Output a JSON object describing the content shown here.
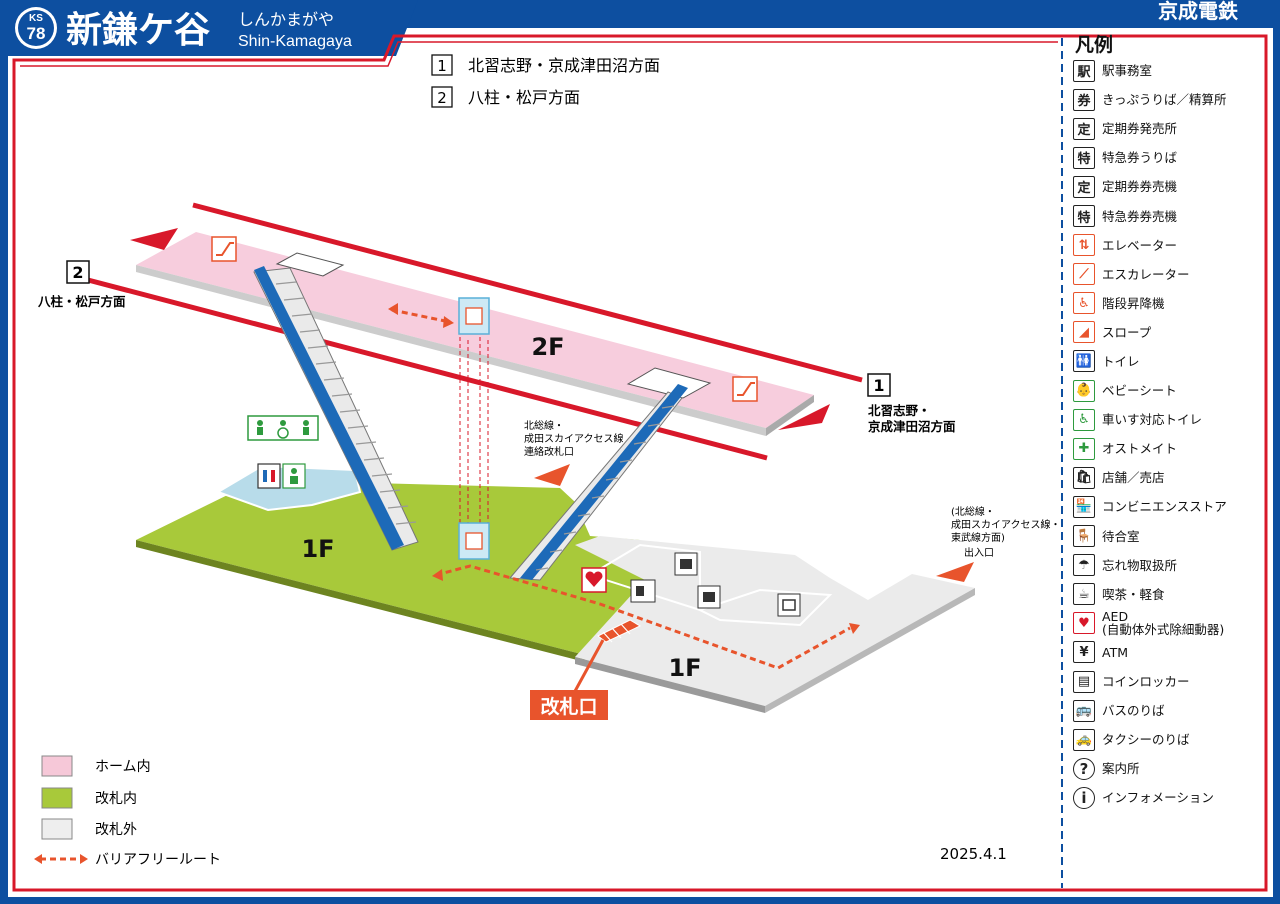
{
  "header": {
    "badge_line": "KS",
    "badge_number": "78",
    "station_name": "新鎌ケ谷",
    "station_kana": "しんかまがや",
    "station_roman": "Shin-Kamagaya",
    "operator": "京成電鉄"
  },
  "directions": [
    {
      "number": "1",
      "text": "北習志野・京成津田沼方面"
    },
    {
      "number": "2",
      "text": "八柱・松戸方面"
    }
  ],
  "map": {
    "floor_2f": "2F",
    "floor_1f_left": "1F",
    "floor_1f_right": "1F",
    "left_dir_number": "2",
    "left_dir_text": "八柱・松戸方面",
    "right_dir_number": "1",
    "right_dir_line1": "北習志野・",
    "right_dir_line2": "京成津田沼方面",
    "transfer_line1": "北総線・",
    "transfer_line2": "成田スカイアクセス線",
    "transfer_line3": "連絡改札口",
    "exit_line1": "(北総線・",
    "exit_line2": "成田スカイアクセス線・",
    "exit_line3": "東武線方面)",
    "exit_line4": "出入口",
    "gate_label": "改札口"
  },
  "bottom_legend": [
    {
      "text": "ホーム内",
      "color": "#f6c8d8"
    },
    {
      "text": "改札内",
      "color": "#a8c93a"
    },
    {
      "text": "改札外",
      "color": "#eeeeee"
    },
    {
      "text": "バリアフリールート",
      "color": "#e8542c"
    }
  ],
  "date": "2025.4.1",
  "legend": {
    "title": "凡例",
    "items": [
      {
        "text": "駅事務室",
        "icon": "station-office-icon",
        "glyph": "駅",
        "tone": ""
      },
      {
        "text": "きっぷうりば／精算所",
        "icon": "ticket-office-icon",
        "glyph": "券",
        "tone": ""
      },
      {
        "text": "定期券発売所",
        "icon": "pass-office-icon",
        "glyph": "定",
        "tone": ""
      },
      {
        "text": "特急券うりば",
        "icon": "express-ticket-icon",
        "glyph": "特",
        "tone": ""
      },
      {
        "text": "定期券券売機",
        "icon": "pass-machine-icon",
        "glyph": "定",
        "tone": ""
      },
      {
        "text": "特急券券売機",
        "icon": "express-machine-icon",
        "glyph": "特",
        "tone": ""
      },
      {
        "text": "エレベーター",
        "icon": "elevator-icon",
        "glyph": "⇅",
        "tone": "orange"
      },
      {
        "text": "エスカレーター",
        "icon": "escalator-icon",
        "glyph": "⟋",
        "tone": "orange"
      },
      {
        "text": "階段昇降機",
        "icon": "stair-lift-icon",
        "glyph": "♿",
        "tone": "orange"
      },
      {
        "text": "スロープ",
        "icon": "slope-icon",
        "glyph": "◢",
        "tone": "orange"
      },
      {
        "text": "トイレ",
        "icon": "toilet-icon",
        "glyph": "🚻",
        "tone": ""
      },
      {
        "text": "ベビーシート",
        "icon": "baby-seat-icon",
        "glyph": "👶",
        "tone": "green"
      },
      {
        "text": "車いす対応トイレ",
        "icon": "wheelchair-toilet-icon",
        "glyph": "♿",
        "tone": "green"
      },
      {
        "text": "オストメイト",
        "icon": "ostomate-icon",
        "glyph": "✚",
        "tone": "green"
      },
      {
        "text": "店舗／売店",
        "icon": "shop-icon",
        "glyph": "🛍",
        "tone": ""
      },
      {
        "text": "コンビニエンスストア",
        "icon": "convenience-store-icon",
        "glyph": "🏪",
        "tone": ""
      },
      {
        "text": "待合室",
        "icon": "waiting-room-icon",
        "glyph": "🪑",
        "tone": ""
      },
      {
        "text": "忘れ物取扱所",
        "icon": "lost-found-icon",
        "glyph": "☂",
        "tone": ""
      },
      {
        "text": "喫茶・軽食",
        "icon": "cafe-icon",
        "glyph": "☕",
        "tone": ""
      },
      {
        "text": "AED",
        "text2": "(自動体外式除細動器)",
        "icon": "aed-icon",
        "glyph": "♥",
        "tone": "red"
      },
      {
        "text": "ATM",
        "icon": "atm-icon",
        "glyph": "¥",
        "tone": ""
      },
      {
        "text": "コインロッカー",
        "icon": "coin-locker-icon",
        "glyph": "▤",
        "tone": ""
      },
      {
        "text": "バスのりば",
        "icon": "bus-icon",
        "glyph": "🚌",
        "tone": ""
      },
      {
        "text": "タクシーのりば",
        "icon": "taxi-icon",
        "glyph": "🚕",
        "tone": ""
      },
      {
        "text": "案内所",
        "icon": "information-question-icon",
        "glyph": "?",
        "tone": "round"
      },
      {
        "text": "インフォメーション",
        "icon": "information-icon",
        "glyph": "i",
        "tone": "round"
      }
    ]
  }
}
